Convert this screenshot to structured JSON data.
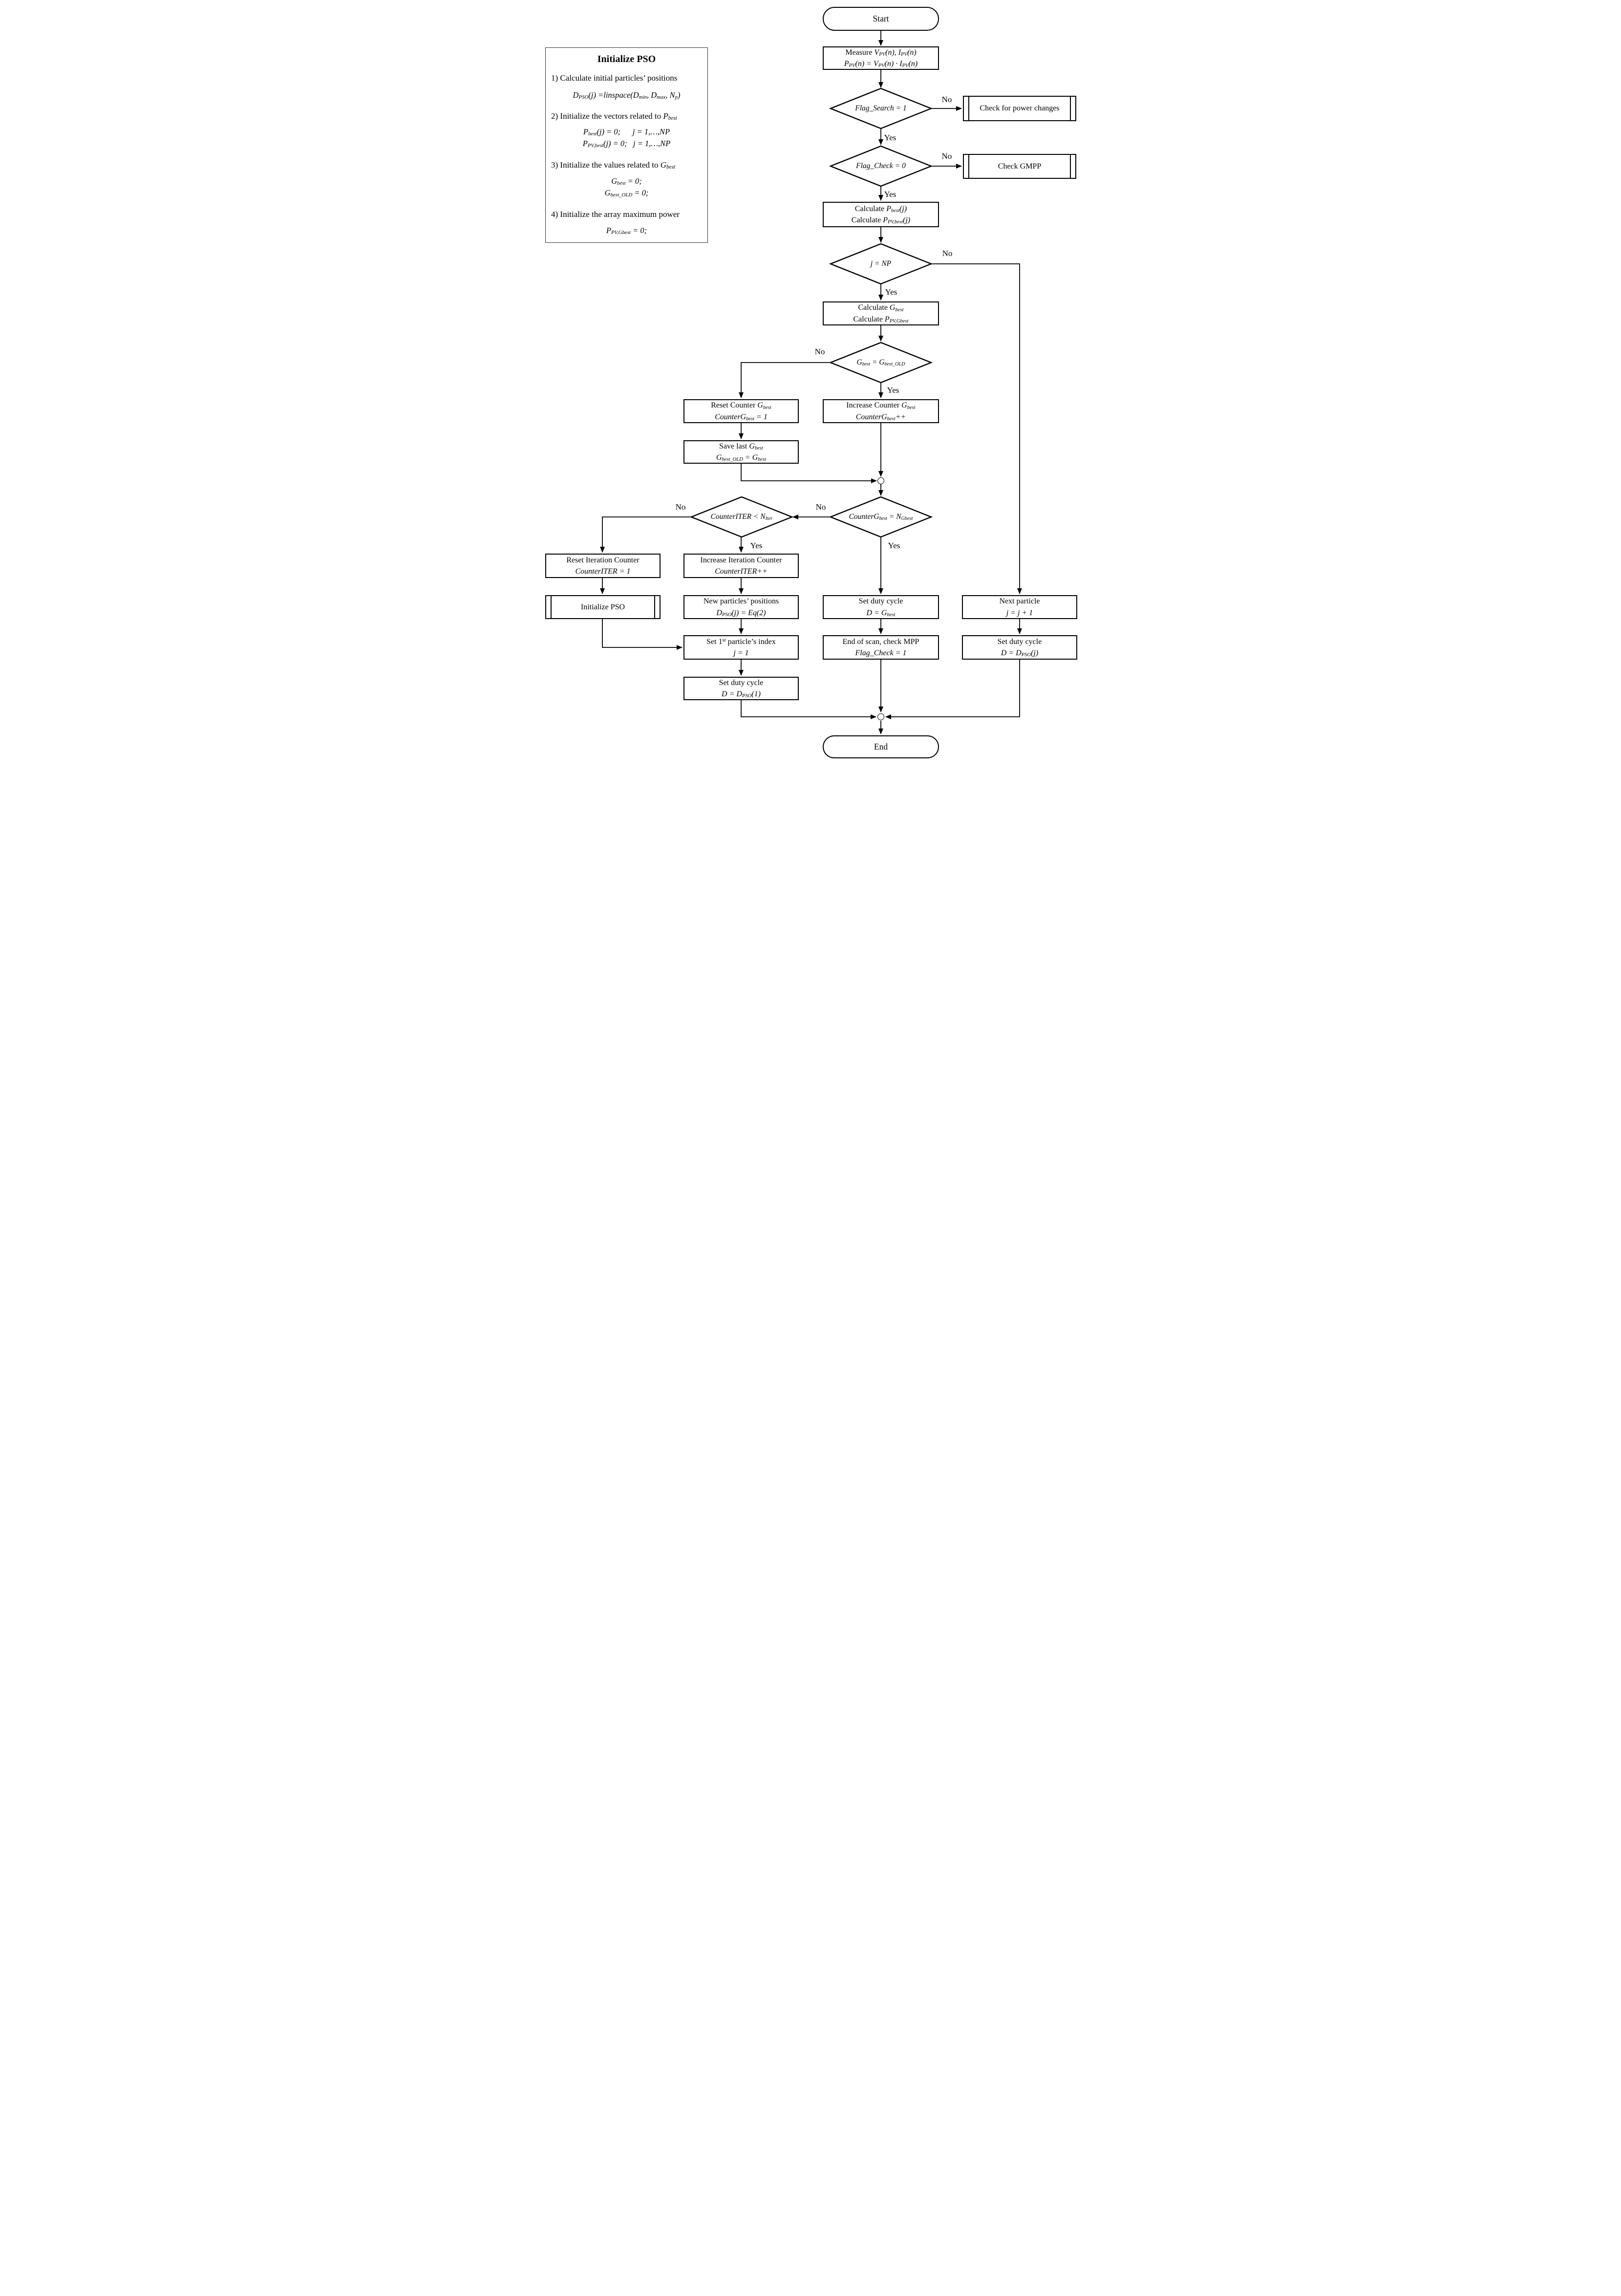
{
  "panel": {
    "title": "Initialize PSO",
    "item1": "1) Calculate initial particles’ positions",
    "formula1": "D_{PSO}(j) =linspace(D_{min}, D_{max}, N_{p})",
    "item2": "2) Initialize the vectors related to [i]P_{best}[/i]",
    "formula2a": "P_{best}(j) = 0;      j = 1,…,NP",
    "formula2b": "P_{PV,best}(j) = 0;   j = 1,…,NP",
    "item3": "3) Initialize the values related to [i]G_{best}[/i]",
    "formula3a": "G_{best} = 0;",
    "formula3b": "G_{best_OLD} = 0;",
    "item4": "4) Initialize the array maximum power",
    "formula4": "P_{PV,Gbest} = 0;"
  },
  "nodes": {
    "start": {
      "label": "Start"
    },
    "measure": {
      "line1": "Measure [i]V_{PV}(n), I_{PV}(n)[/i]",
      "line2": "P_{PV}(n) = V_{PV}(n) · I_{PV}(n)"
    },
    "flag_search": {
      "label": "Flag_Search = 1"
    },
    "check_power": {
      "label": "Check for power changes"
    },
    "flag_check": {
      "label": "Flag_Check = 0"
    },
    "check_gmpp": {
      "label": "Check GMPP"
    },
    "calc_pbest": {
      "line1": "Calculate [i]P_{best}(j)[/i]",
      "line2": "Calculate [i]P_{PV,best}(j)[/i]"
    },
    "j_np": {
      "label": "j = NP"
    },
    "calc_gbest": {
      "line1": "Calculate [i]G_{best}[/i]",
      "line2": "Calculate [i]P_{PV,Gbest}[/i]"
    },
    "gbest_old": {
      "label": "G_{best} = G_{best_OLD}"
    },
    "reset_counter": {
      "line1": "Reset Counter [i]G_{best}[/i]",
      "line2": "CounterG_{best} = 1"
    },
    "increase_counter": {
      "line1": "Increase Counter [i]G_{best}[/i]",
      "line2": "CounterG_{best}++"
    },
    "save_last": {
      "line1": "Save last [i]G_{best}[/i]",
      "line2": "G_{best_OLD} = G_{best}"
    },
    "counter_gbest": {
      "label": "CounterG_{best} = N_{Gbest}"
    },
    "counter_iter": {
      "label": "CounterITER < N_{Iter}"
    },
    "reset_iter": {
      "line1": "Reset Iteration Counter",
      "line2": "CounterITER = 1"
    },
    "increase_iter": {
      "line1": "Increase Iteration Counter",
      "line2": "CounterITER++"
    },
    "init_pso_sub": {
      "label": "Initialize PSO"
    },
    "new_positions": {
      "line1": "New particles’ positions",
      "line2": "D_{PSO}(j) = Eq(2)"
    },
    "set_first": {
      "line1": "Set 1^{st} particle’s index",
      "line2": "j = 1"
    },
    "set_duty_gbest": {
      "line1": "Set duty cycle",
      "line2": "D = G_{best}"
    },
    "next_particle": {
      "line1": "Next particle",
      "line2": "j = j + 1"
    },
    "end_scan": {
      "line1": "End of scan, check MPP",
      "line2": "Flag_Check = 1"
    },
    "set_duty_dpsoj": {
      "line1": "Set duty cycle",
      "line2": "D = D_{PSO}(j)"
    },
    "set_duty_dpso1": {
      "line1": "Set duty cycle",
      "line2": "D = D_{PSO}(1)"
    },
    "end": {
      "label": "End"
    }
  },
  "labels": {
    "yes": "Yes",
    "no": "No"
  },
  "colors": {
    "line": "#000000",
    "background": "#ffffff"
  }
}
